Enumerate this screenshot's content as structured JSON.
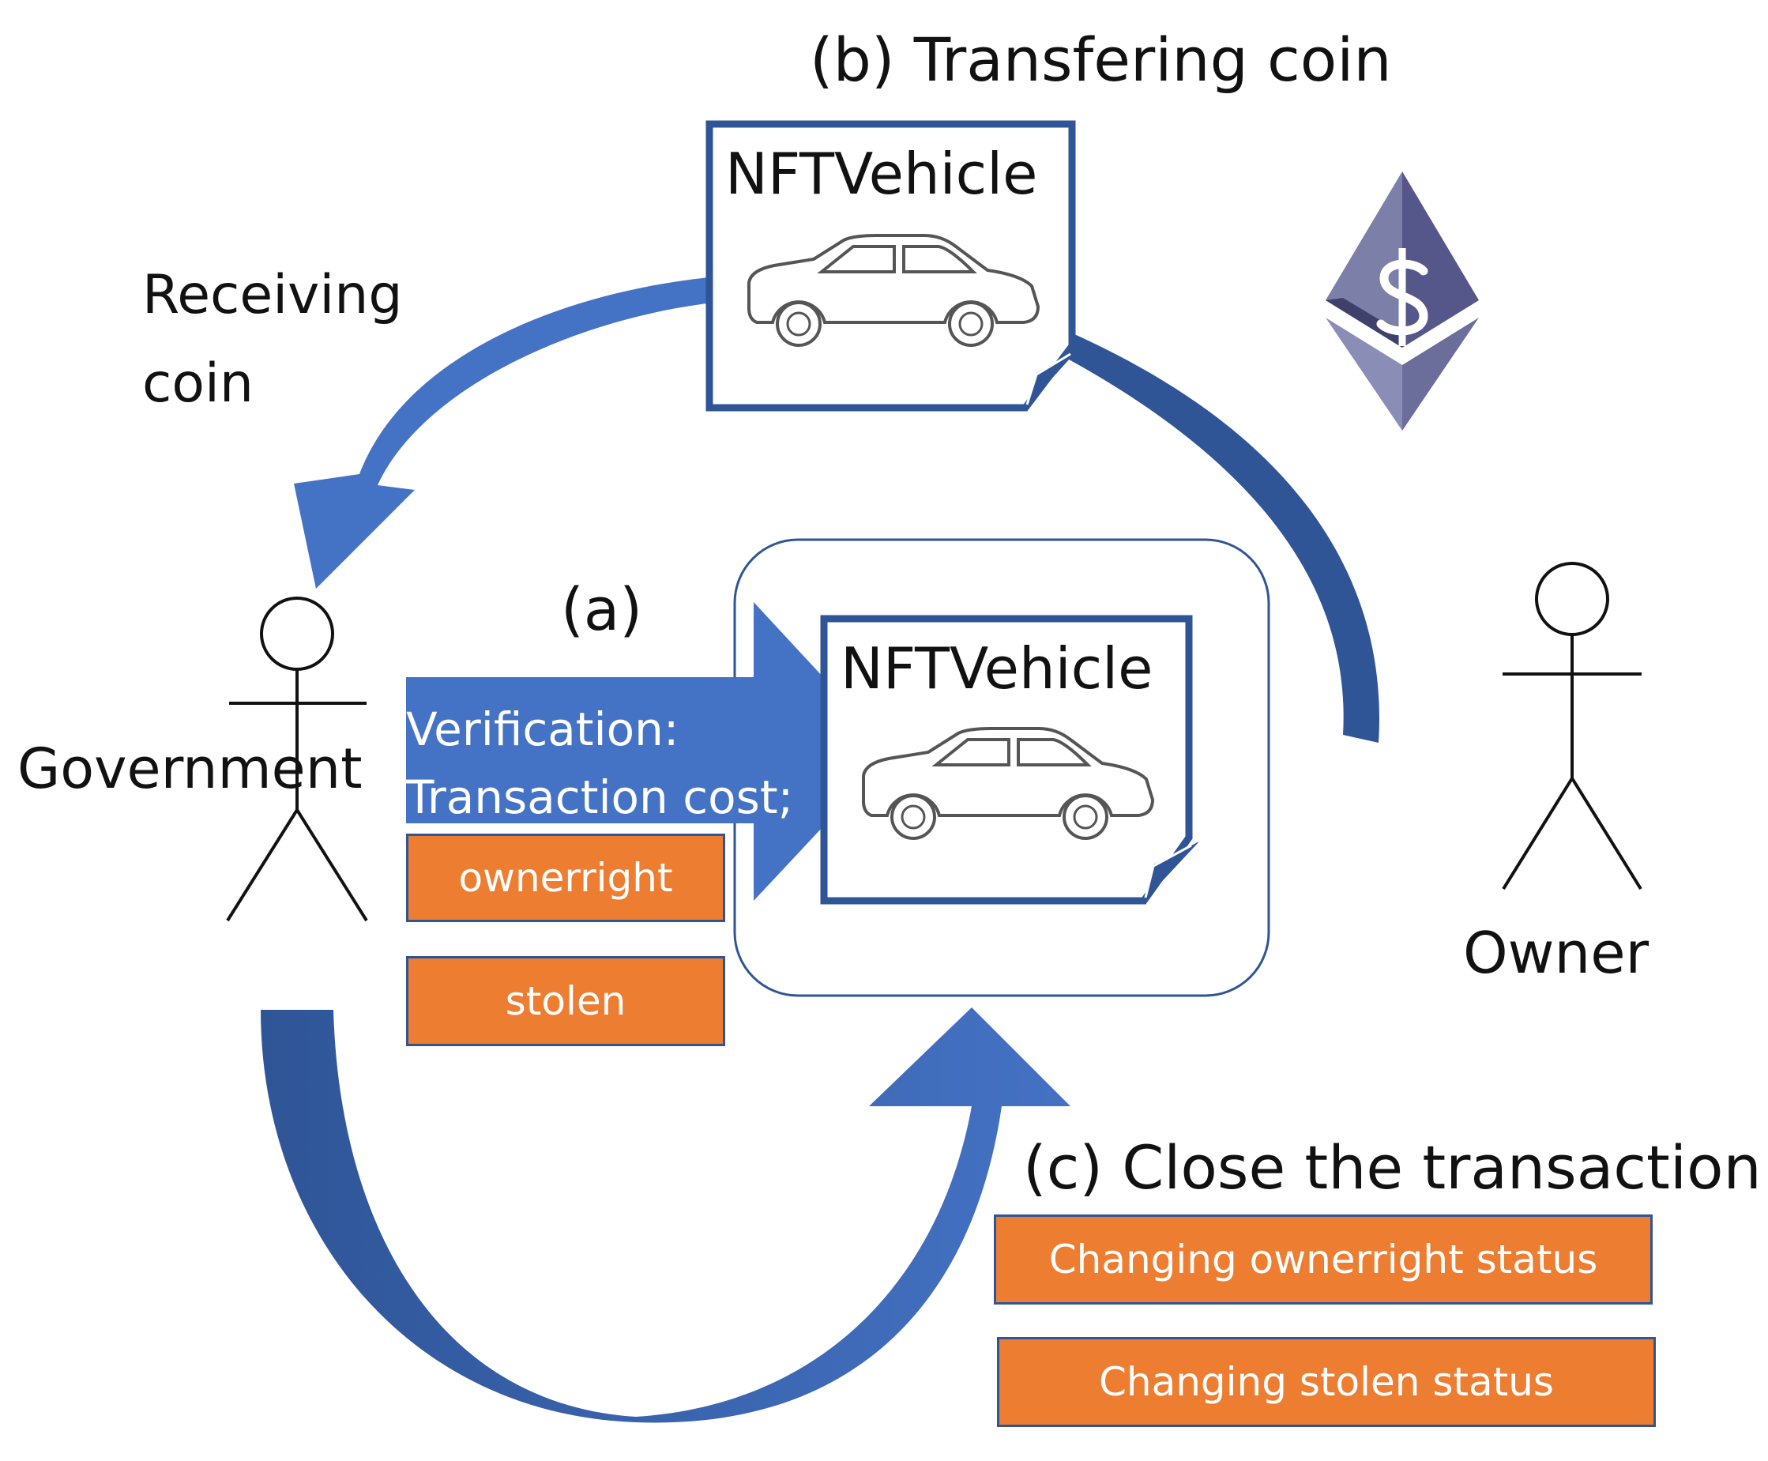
{
  "labels": {
    "title_b": "(b) Transfering coin",
    "receiving_coin": "Receiving coin",
    "title_a": "(a)",
    "title_c": "(c) Close the transaction:",
    "government": "Government",
    "owner": "Owner"
  },
  "cards": {
    "top": "NFTVehicle",
    "middle": "NFTVehicle"
  },
  "verification": {
    "line1": "Verification:",
    "line2": "Transaction cost;"
  },
  "tags": {
    "ownerright": "ownerright",
    "stolen": "stolen",
    "changing_ownerright": "Changing ownerright status",
    "changing_stolen": "Changing stolen status"
  },
  "icons": {
    "coin": "ethereum-dollar-icon",
    "person": "stick-figure-icon",
    "vehicle": "car-icon"
  },
  "colors": {
    "arrow": "#4472c4",
    "arrow_dark": "#2f5597",
    "tag": "#ed7d31",
    "card_border": "#2f5597"
  }
}
